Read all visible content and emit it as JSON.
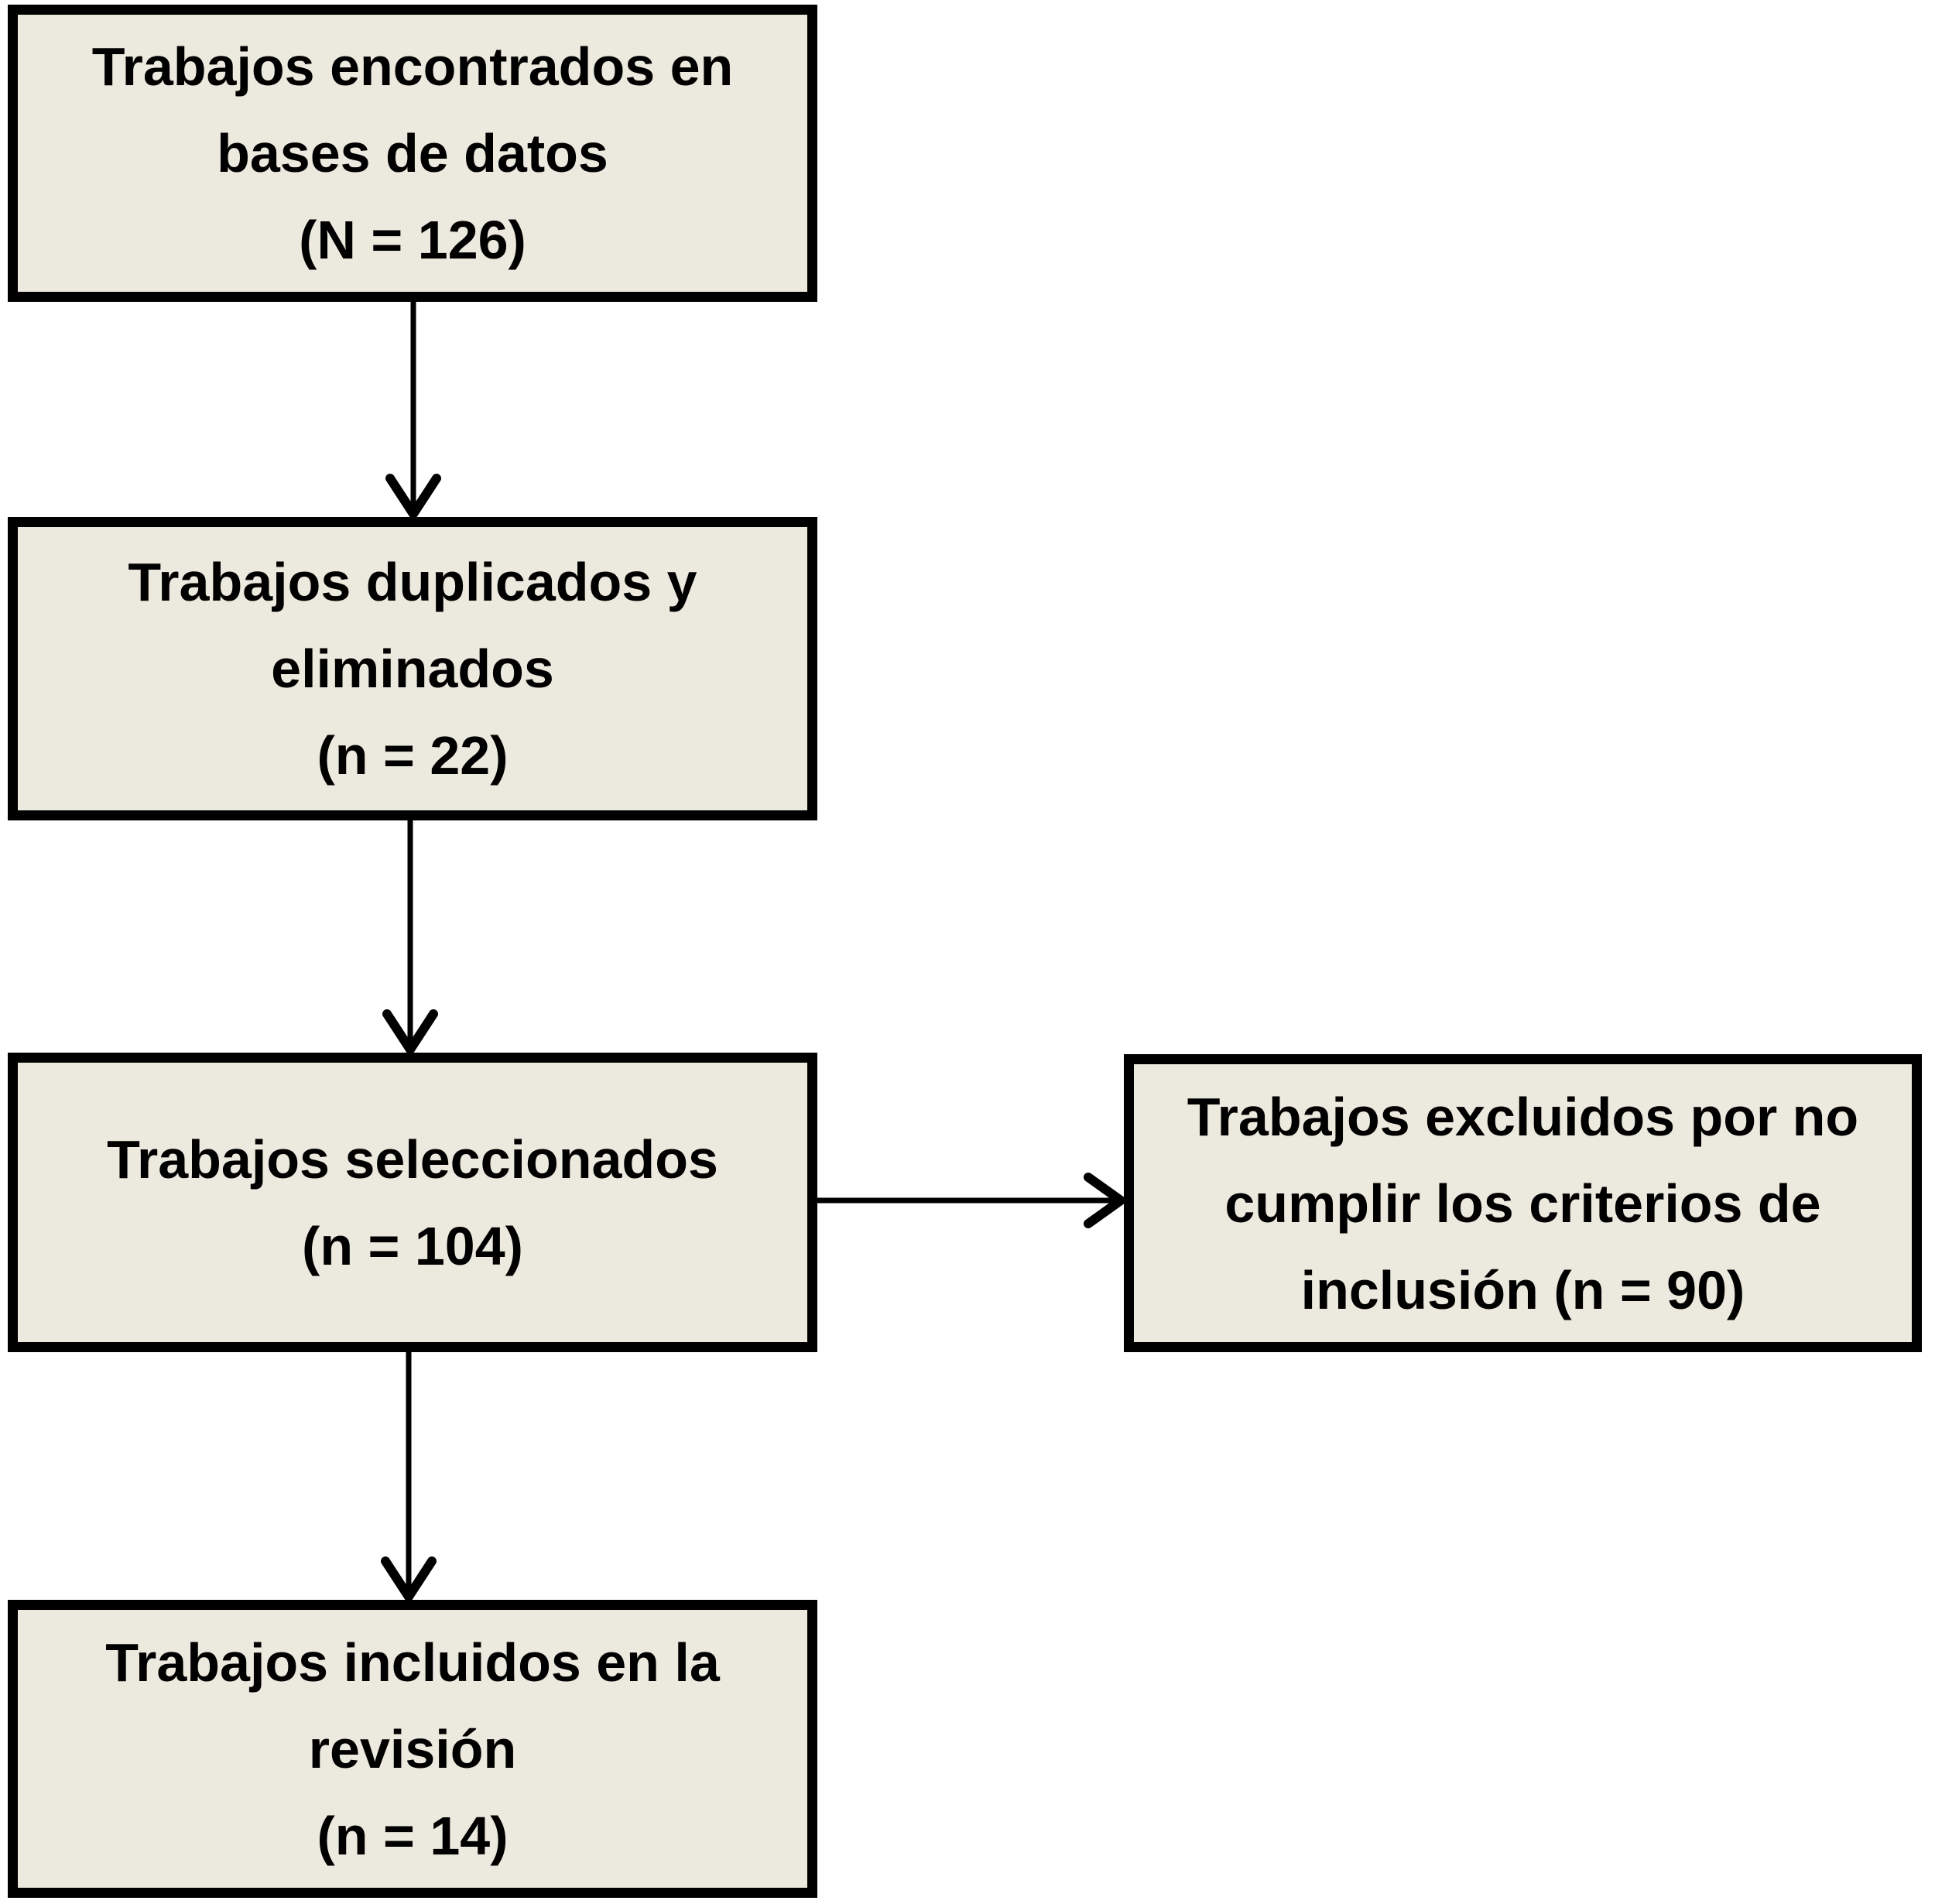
{
  "colors": {
    "background": "#ffffff",
    "box_fill": "#ece9de",
    "box_border": "#000000",
    "arrow": "#000000",
    "text": "#000000"
  },
  "boxes": {
    "found": {
      "lines": [
        "Trabajos encontrados en",
        "bases de datos",
        "(N = 126)"
      ]
    },
    "duplicates": {
      "lines": [
        "Trabajos duplicados y",
        "eliminados",
        "(n = 22)"
      ]
    },
    "selected": {
      "lines": [
        "Trabajos seleccionados",
        "(n = 104)"
      ]
    },
    "excluded": {
      "lines": [
        "Trabajos excluidos por no",
        "cumplir los criterios de",
        "inclusión (n = 90)"
      ]
    },
    "included": {
      "lines": [
        "Trabajos incluidos en la",
        "revisión",
        "(n = 14)"
      ]
    }
  }
}
